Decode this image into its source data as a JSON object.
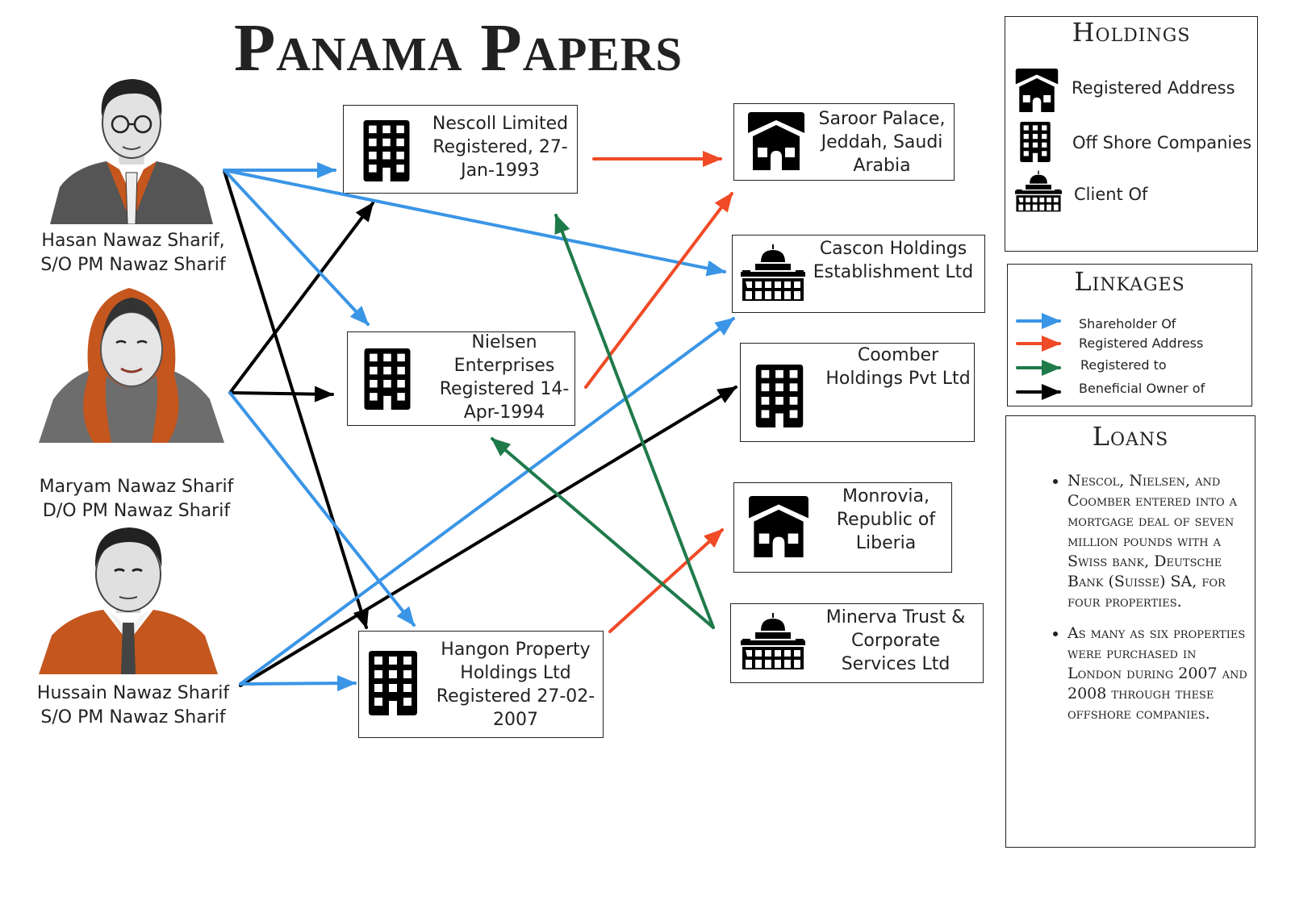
{
  "title": "Panama Papers",
  "people": [
    {
      "id": "hasan",
      "line1": "Hasan Nawaz Sharif,",
      "line2": "S/O PM Nawaz Sharif",
      "portrait": "man-with-glasses-portrait"
    },
    {
      "id": "maryam",
      "line1": "Maryam Nawaz Sharif",
      "line2": "D/O PM Nawaz Sharif",
      "portrait": "woman-with-headscarf-portrait"
    },
    {
      "id": "hussain",
      "line1": "Hussain Nawaz Sharif",
      "line2": "S/O PM Nawaz Sharif",
      "portrait": "man-in-suit-portrait"
    }
  ],
  "companies": [
    {
      "id": "nescoll",
      "icon": "office-building-icon",
      "lines": [
        "Nescoll Limited",
        "Registered, 27-",
        "Jan-1993"
      ]
    },
    {
      "id": "nielsen",
      "icon": "office-building-icon",
      "lines": [
        "Nielsen",
        "Enterprises",
        "Registered 14-",
        "Apr-1994"
      ]
    },
    {
      "id": "hangon",
      "icon": "office-building-icon",
      "lines": [
        "Hangon Property",
        "Holdings Ltd",
        "Registered 27-02-",
        "2007"
      ]
    }
  ],
  "targets": [
    {
      "id": "saroor",
      "icon": "house-icon",
      "lines": [
        "Saroor Palace,",
        "Jeddah, Saudi",
        "Arabia"
      ]
    },
    {
      "id": "cascon",
      "icon": "domed-building-icon",
      "lines": [
        "Cascon Holdings",
        "Establishment Ltd"
      ]
    },
    {
      "id": "coomber",
      "icon": "office-building-icon",
      "lines": [
        "Coomber",
        "Holdings Pvt Ltd"
      ]
    },
    {
      "id": "monrovia",
      "icon": "house-icon",
      "lines": [
        "Monrovia,",
        "Republic of",
        "Liberia"
      ]
    },
    {
      "id": "minerva",
      "icon": "domed-building-icon",
      "lines": [
        "Minerva Trust &",
        "Corporate",
        "Services Ltd"
      ]
    }
  ],
  "holdings": {
    "title": "Holdings",
    "items": [
      {
        "icon": "house-icon",
        "label": "Registered Address"
      },
      {
        "icon": "office-building-icon",
        "label": "Off Shore Companies"
      },
      {
        "icon": "domed-building-icon",
        "label": "Client Of"
      }
    ]
  },
  "linkages": {
    "title": "Linkages",
    "items": [
      {
        "color": "#3a95e6",
        "label": "Shareholder Of"
      },
      {
        "color": "#f04a26",
        "label": "Registered Address"
      },
      {
        "color": "#1f7a4a",
        "label": "Registered to"
      },
      {
        "color": "#000000",
        "label": "Beneficial Owner of"
      }
    ]
  },
  "loans": {
    "title": "Loans",
    "items": [
      "Nescol, Nielsen, and Coomber entered into a mortgage deal of seven million pounds with a Swiss bank, Deutsche Bank (Suisse) SA, for four properties.",
      "As many as six properties were purchased in London during 2007 and 2008 through these offshore companies."
    ]
  },
  "links": [
    {
      "type": "shareholder",
      "from": "Hasan Nawaz Sharif",
      "to": "Nescoll Limited"
    },
    {
      "type": "shareholder",
      "from": "Hasan Nawaz Sharif",
      "to": "Cascon Holdings Establishment Ltd"
    },
    {
      "type": "shareholder",
      "from": "Hasan Nawaz Sharif",
      "to": "Nielsen Enterprises"
    },
    {
      "type": "shareholder",
      "from": "Maryam Nawaz Sharif",
      "to": "Hangon Property Holdings Ltd"
    },
    {
      "type": "shareholder",
      "from": "Hussain Nawaz Sharif",
      "to": "Hangon Property Holdings Ltd"
    },
    {
      "type": "shareholder",
      "from": "Hussain Nawaz Sharif",
      "to": "Cascon Holdings Establishment Ltd"
    },
    {
      "type": "beneficial",
      "from": "Hasan Nawaz Sharif",
      "to": "Hangon Property Holdings Ltd"
    },
    {
      "type": "beneficial",
      "from": "Maryam Nawaz Sharif",
      "to": "Nescoll Limited"
    },
    {
      "type": "beneficial",
      "from": "Maryam Nawaz Sharif",
      "to": "Nielsen Enterprises"
    },
    {
      "type": "beneficial",
      "from": "Hussain Nawaz Sharif",
      "to": "Coomber Holdings Pvt Ltd"
    },
    {
      "type": "address",
      "from": "Nescoll Limited",
      "to": "Saroor Palace, Jeddah, Saudi Arabia"
    },
    {
      "type": "address",
      "from": "Nielsen Enterprises",
      "to": "Saroor Palace, Jeddah, Saudi Arabia"
    },
    {
      "type": "address",
      "from": "Hangon Property Holdings Ltd",
      "to": "Monrovia, Republic of Liberia"
    },
    {
      "type": "registered",
      "from": "Minerva Trust & Corporate Services Ltd",
      "to": "Nescoll Limited"
    },
    {
      "type": "registered",
      "from": "Minerva Trust & Corporate Services Ltd",
      "to": "Nielsen Enterprises"
    }
  ]
}
